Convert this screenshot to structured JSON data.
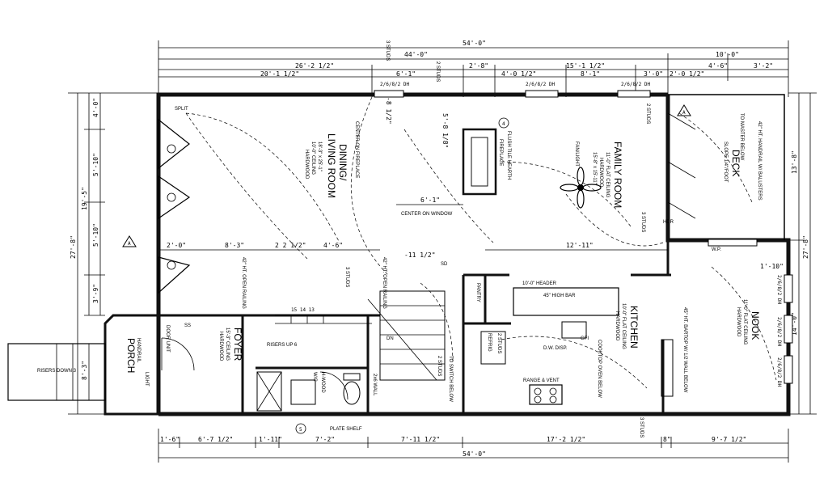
{
  "dimensions": {
    "top_overall": "54'-0\"",
    "top_left_run": "44'-0\"",
    "top_right_run": "10'-0\"",
    "top_seg_26": "26'-2 1/2\"",
    "top_seg_2_8": "2'-8\"",
    "top_seg_15": "15'-1 1/2\"",
    "top_seg_4_6": "4'-6\"",
    "top_seg_3_2": "3'-2\"",
    "top_seg_20": "20'-1 1/2\"",
    "top_seg_6_1": "6'-1\"",
    "top_seg_4_0": "4'-0 1/2\"",
    "top_seg_8_1": "8'-1\"",
    "top_seg_3_0": "3'-0\"",
    "top_seg_2_0": "2'-0 1/2\"",
    "bottom_overall": "54'-0\"",
    "bottom_1_6": "1'-6\"",
    "bottom_6_7": "6'-7 1/2\"",
    "bottom_1_11": "1'-11\"",
    "bottom_7_2": "7'-2\"",
    "bottom_7_11": "7'-11 1/2\"",
    "bottom_17_2": "17'-2 1/2\"",
    "bottom_8": "8\"",
    "bottom_9_7": "9'-7 1/2\"",
    "left_27_8": "27'-8\"",
    "left_19_5": "19'-5\"",
    "left_4_0": "4'-0\"",
    "left_5_10a": "5'-10\"",
    "left_5_10b": "5'-10\"",
    "left_3_9": "3'-9\"",
    "left_8_3": "8'-3\"",
    "right_27_8": "27'-8\"",
    "right_13_8": "13'-8\"",
    "right_14_0": "14'-0\"",
    "right_1_10": "1'-10\"",
    "dim_2_0": "2'-0\"",
    "dim_8_3": "8'-3\"",
    "dim_2_2": "2 2 1/2\"",
    "dim_4_6": "4'-6\"",
    "dim_12_11": "12'-11\"",
    "dim_6_1": "6'-1\"",
    "dim_11_12": "-11 1/2\"",
    "dim_5_8": "5'-8 1/8\"",
    "dim_2_8": "-8 1/2\""
  },
  "rooms": {
    "dining": "DINING/",
    "living": "LIVING ROOM",
    "living_size": "18'-3\" x 25'-1\"",
    "living_ceiling": "10'-0\" CEILING",
    "living_floor": "HARDWOOD",
    "family": "FAMILY ROOM",
    "family_ceiling1": "11'-0\" FLAT CEILING",
    "family_floor": "HARDWOOD",
    "family_size": "15'-8\" x 15'-11\"",
    "kitchen": "KITCHEN",
    "kitchen_ceiling": "10'-0\" FLAT CEILING",
    "kitchen_floor": "HARDWOOD",
    "nook": "NOOK",
    "nook_ceiling": "11'-0\" FLAT CEILING",
    "nook_floor": "HARDWOOD",
    "deck": "DECK",
    "deck_slope": "SLOPE 1/4\"/FOOT",
    "foyer": "FOYER",
    "foyer_ceiling": "15'-3\" CEILING",
    "foyer_floor": "HARDWOOD",
    "porch": "PORCH",
    "wc": "W/C"
  },
  "notes": {
    "center_fireplace": "CENTER ON FIREPLACE",
    "center_window": "CENTER ON WINDOW",
    "flush_hearth": "FLUSH TILE HEARTH",
    "fireplace": "FIREPLACE",
    "fan_light": "FAN/LIGHT",
    "header": "10'-0\" HEADER",
    "high_bar": "45\" HIGH BAR",
    "dw_disp": "D.W. DISP.",
    "range_vent": "RANGE & VENT",
    "refrig": "REFRIG",
    "pantry": "PANTRY",
    "plate_shelf": "PLATE SHELF",
    "open_railing": "42\" HT. OPEN RAILING",
    "open_railing2": "42\" HT. OPEN RAILING",
    "risers_up": "RISERS UP 6",
    "risers_down": "RISERS DOWN 3",
    "three_studs_a": "3 STUDS",
    "three_studs_b": "3 STUDS",
    "three_studs_c": "3 STUDS",
    "three_studs_d": "3 STUDS",
    "two_studs_a": "2 STUDS",
    "two_studs_b": "2 STUDS",
    "two_studs_c": "2 STUDS",
    "two_studs_d": "2 STUDS",
    "window_top1": "2/6/8/2 DH",
    "window_top2": "2/6/8/2 DH",
    "window_top3": "2/6/8/2 DH",
    "window_right1": "2/6/8/2 DH",
    "window_right2": "2/6/8/2 DH",
    "window_right3": "2/6/8/2 DH",
    "handrail_deck": "42\" HT. HANDRAIL W/ BALUSTERS",
    "to_master": "TO MASTER BELOW",
    "bartop": "45\" HT. BARTOP W/ 1/2 WALL BELOW",
    "cooktop": "COOKTOP OVEN BELOW",
    "to_switch": "TO SWITCH BELOW",
    "wall_2x6": "2x6 WALL",
    "door_unit": "DOOR UNIT",
    "handrail_porch": "HANDRAIL",
    "light": "LIGHT",
    "split": "SPLIT",
    "ss": "SS",
    "sd": "SD",
    "hdr": "HDR",
    "wp": "W.P.",
    "gfi": "GFI",
    "hwood": "H-WOOD",
    "marker_a": "A",
    "marker_4": "4",
    "marker_5": "5",
    "step_nums": "15 14 13",
    "stair_dn": "DN"
  }
}
